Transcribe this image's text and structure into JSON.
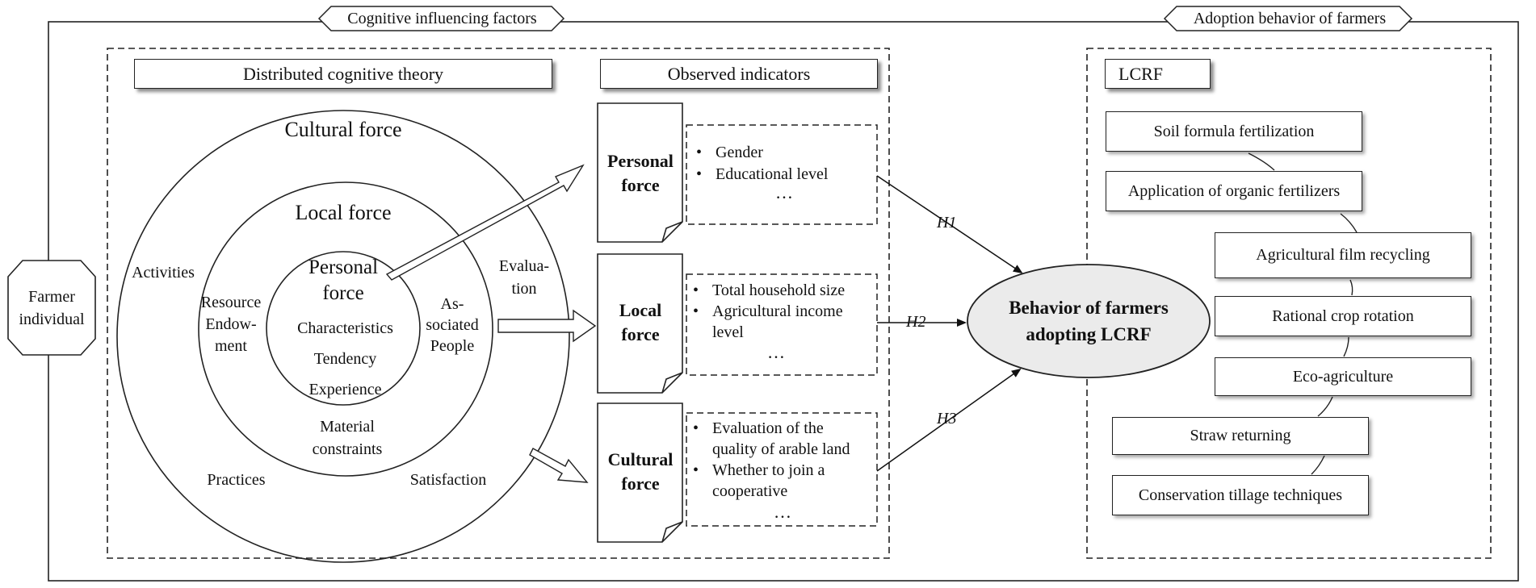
{
  "sections": {
    "cognitive_title": "Cognitive influencing factors",
    "adoption_title": "Adoption behavior of farmers"
  },
  "farmer": {
    "line1": "Farmer",
    "line2": "individual"
  },
  "theory": {
    "title": "Distributed cognitive theory",
    "cultural_force": "Cultural force",
    "local_force": "Local force",
    "personal_force_line1": "Personal",
    "personal_force_line2": "force",
    "characteristics": "Characteristics",
    "tendency": "Tendency",
    "experience": "Experience",
    "activities": "Activities",
    "resource_line1": "Resource",
    "resource_line2": "Endow-",
    "resource_line3": "ment",
    "associated_line1": "As-",
    "associated_line2": "sociated",
    "associated_line3": "People",
    "material_line1": "Material",
    "material_line2": "constraints",
    "evaluation_line1": "Evalua-",
    "evaluation_line2": "tion",
    "practices": "Practices",
    "satisfaction": "Satisfaction"
  },
  "indicators": {
    "title": "Observed indicators",
    "personal": {
      "label_line1": "Personal",
      "label_line2": "force",
      "items": [
        "Gender",
        "Educational level"
      ],
      "ellipsis": "…"
    },
    "local": {
      "label_line1": "Local",
      "label_line2": "force",
      "items": [
        "Total household size",
        "Agricultural income",
        "level"
      ],
      "ellipsis": "…"
    },
    "cultural": {
      "label_line1": "Cultural",
      "label_line2": "force",
      "items": [
        "Evaluation of the",
        "quality of arable land",
        "Whether to join a",
        "cooperative"
      ],
      "ellipsis": "…"
    }
  },
  "hypotheses": {
    "h1": "H1",
    "h2": "H2",
    "h3": "H3"
  },
  "behavior": {
    "line1": "Behavior of farmers",
    "line2": "adopting LCRF"
  },
  "lcrf": {
    "title": "LCRF",
    "items": [
      "Soil formula fertilization",
      "Application of organic fertilizers",
      "Agricultural film recycling",
      "Rational crop rotation",
      "Eco-agriculture",
      "Straw returning",
      "Conservation tillage techniques"
    ]
  },
  "colors": {
    "stroke": "#222222",
    "ellipse_fill": "#ebebeb",
    "background": "#ffffff"
  }
}
